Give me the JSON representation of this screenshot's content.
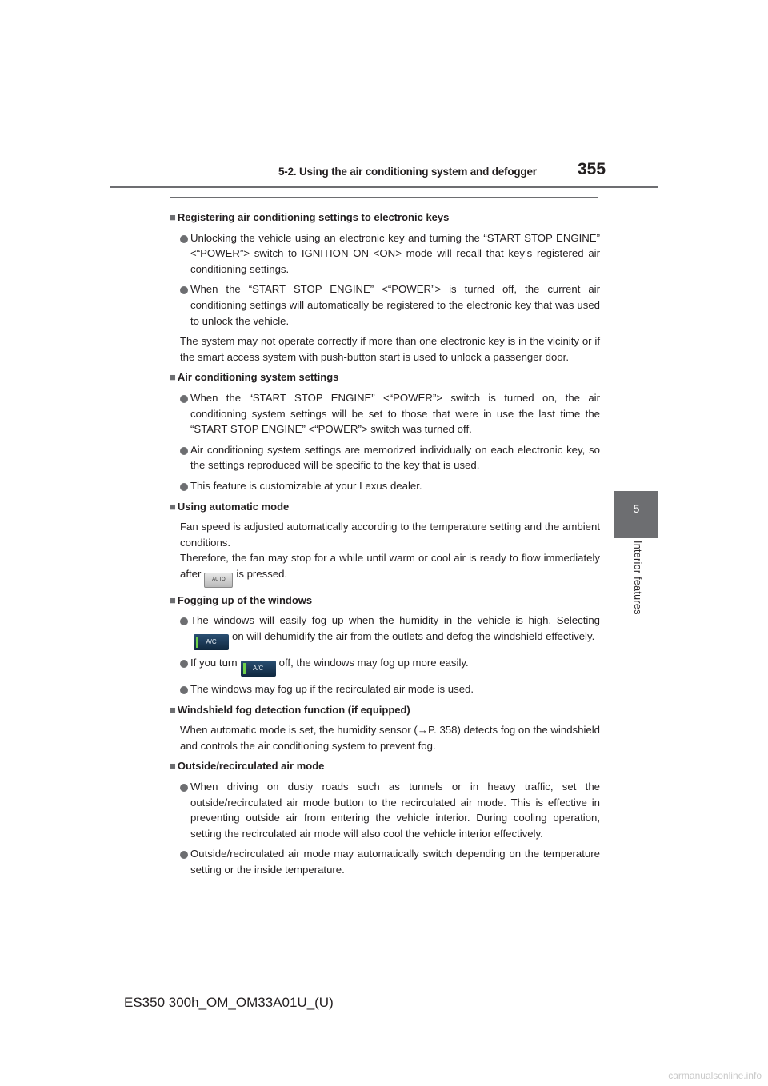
{
  "header": {
    "title": "5-2. Using the air conditioning system and defogger",
    "page_number": "355"
  },
  "side_tab": {
    "number": "5",
    "label": "Interior features"
  },
  "sections": {
    "s1": {
      "heading": "Registering air conditioning settings to electronic keys",
      "b1": "Unlocking the vehicle using an electronic key and turning the “START STOP ENGINE” <“POWER”> switch to IGNITION ON <ON> mode will recall that key’s registered air conditioning settings.",
      "b2": "When the “START STOP ENGINE” <“POWER”> is turned off, the current air conditioning settings will automatically be registered to the electronic key that was used to unlock the vehicle.",
      "note": "The system may not operate correctly if more than one electronic key is in the vicinity or if the smart access system with push-button start is used to unlock a passenger door."
    },
    "s2": {
      "heading": "Air conditioning system settings",
      "b1": "When the “START STOP ENGINE” <“POWER”> switch is turned on, the air conditioning system settings will be set to those that were in use the last time the “START STOP ENGINE” <“POWER”> switch was turned off.",
      "b2": "Air conditioning system settings are memorized individually on each electronic key, so the settings reproduced will be specific to the key that is used.",
      "b3": "This feature is customizable at your Lexus dealer."
    },
    "s3": {
      "heading": "Using automatic mode",
      "p1": "Fan speed is adjusted automatically according to the temperature setting and the ambient conditions.",
      "p2a": "Therefore, the fan may stop for a while until warm or cool air is ready to flow immediately after",
      "p2b": "is pressed.",
      "auto_button": "AUTO"
    },
    "s4": {
      "heading": "Fogging up of the windows",
      "b1a": "The windows will easily fog up when the humidity in the vehicle is high. Selecting",
      "b1b": "on will dehumidify the air from the outlets and defog the windshield effectively.",
      "b2a": "If you turn",
      "b2b": "off, the windows may fog up more easily.",
      "b3": "The windows may fog up if the recirculated air mode is used.",
      "ac_button": "A/C"
    },
    "s5": {
      "heading": "Windshield fog detection function (if equipped)",
      "p1": "When automatic mode is set, the humidity sensor (→P. 358) detects fog on the windshield and controls the air conditioning system to prevent fog."
    },
    "s6": {
      "heading": "Outside/recirculated air mode",
      "b1": "When driving on dusty roads such as tunnels or in heavy traffic, set the outside/recirculated air mode button to the recirculated air mode. This is effective in preventing outside air from entering the vehicle interior. During cooling operation, setting the recirculated air mode will also cool the vehicle interior effectively.",
      "b2": "Outside/recirculated air mode may automatically switch depending on the temperature setting or the inside temperature."
    }
  },
  "footer": "ES350 300h_OM_OM33A01U_(U)",
  "watermark": "carmanualsonline.info"
}
